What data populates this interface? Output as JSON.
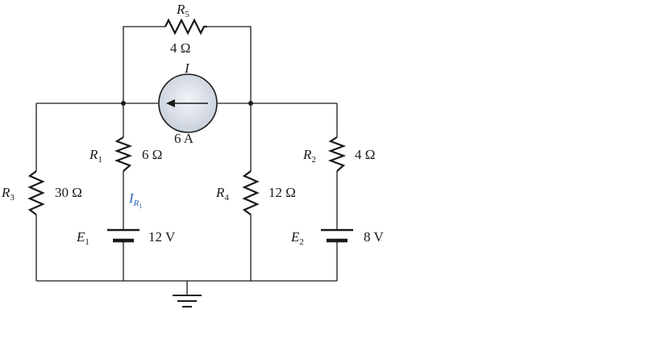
{
  "components": {
    "r5": {
      "name": "R",
      "sub": "5",
      "value": "4 Ω"
    },
    "source": {
      "name": "I",
      "value": "6 A"
    },
    "r1": {
      "name": "R",
      "sub": "1",
      "value": "6 Ω"
    },
    "r2": {
      "name": "R",
      "sub": "2",
      "value": "4 Ω"
    },
    "r3": {
      "name": "R",
      "sub": "3",
      "value": "30 Ω"
    },
    "r4": {
      "name": "R",
      "sub": "4",
      "value": "12 Ω"
    },
    "e1": {
      "name": "E",
      "sub": "1",
      "value": "12 V"
    },
    "e2": {
      "name": "E",
      "sub": "2",
      "value": "8 V"
    }
  },
  "current_label": {
    "name": "I",
    "sub": "R",
    "subsub": "1"
  },
  "colors": {
    "ink": "#1a1a1a",
    "current_label": "#2a64b8",
    "source_fill": "#d9dee8"
  }
}
